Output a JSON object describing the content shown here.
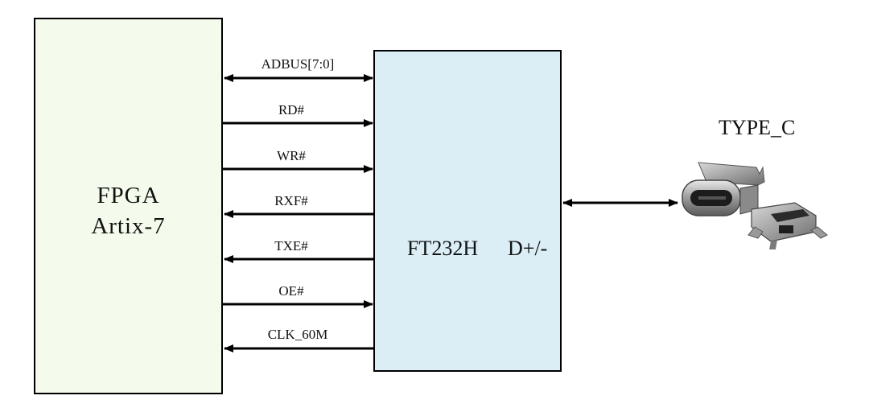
{
  "fpga": {
    "line1": "FPGA",
    "line2": "Artix-7"
  },
  "ft232h": {
    "name": "FT232H",
    "pin": "D+/-"
  },
  "connector": {
    "label": "TYPE_C",
    "icon": "usb-type-c-connector-icon"
  },
  "signals": [
    {
      "label": "ADBUS[7:0]",
      "direction": "bidirectional"
    },
    {
      "label": "RD#",
      "direction": "to FT232H"
    },
    {
      "label": "WR#",
      "direction": "to FT232H"
    },
    {
      "label": "RXF#",
      "direction": "to FPGA"
    },
    {
      "label": "TXE#",
      "direction": "to FPGA"
    },
    {
      "label": "OE#",
      "direction": "to FT232H"
    },
    {
      "label": "CLK_60M",
      "direction": "to FPGA"
    }
  ],
  "colors": {
    "fpga_fill": "#f4fbec",
    "ft232h_fill": "#dbeef6",
    "line": "#000000"
  }
}
